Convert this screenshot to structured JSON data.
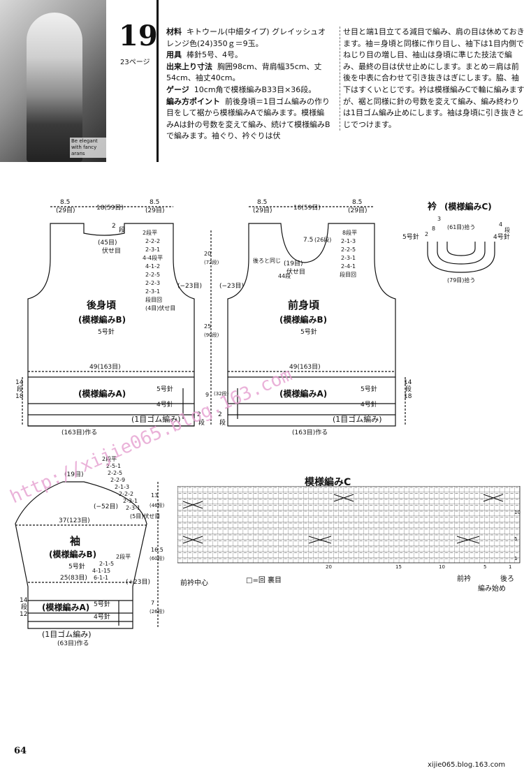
{
  "header": {
    "pattern_number": "19",
    "page_ref": "23ページ",
    "photo_caption": "Be elegant with fancy arans"
  },
  "instructions": {
    "materials_label": "材料",
    "materials_text": "キトウール(中細タイプ) グレイッシュオレンジ色(24)350ｇ＝9玉。",
    "tools_label": "用具",
    "tools_text": "棒針5号、4号。",
    "size_label": "出来上り寸法",
    "size_text": "胸囲98cm、背肩幅35cm、丈54cm、袖丈40cm。",
    "gauge_label": "ゲージ",
    "gauge_text": "10cm角で模様編みB33目×36段。",
    "points_label": "編み方ポイント",
    "points_text": "前後身頃＝1目ゴム編みの作り目をして裾から模様編みAで編みます。模様編みAは針の号数を変えて編み、続けて模様編みBで編みます。袖ぐり、衿ぐりは伏",
    "col2_text": "せ目と端1目立てる減目で編み、肩の目は休めておきます。袖＝身頃と同様に作り目し、袖下は1目内側でねじり目の増し目、袖山は身頃に準じた技法で編み、最終の目は伏せ止めにします。まとめ＝肩は前後を中表に合わせて引き抜きはぎにします。脇、袖下はすくいとじです。衿は模様編みCで輪に編みますが、裾と同様に針の号数を変えて編み、編み終わりは1目ゴム編み止めにします。袖は身頃に引き抜きとじでつけます。"
  },
  "back": {
    "title": "後身頃",
    "pattern": "(模様編みB)",
    "needle": "5号針",
    "top_left": "8.5",
    "top_left_st": "(29目)",
    "top_mid": "18(59目)",
    "top_right": "8.5",
    "top_right_st": "(29目)",
    "neck_rows": "2",
    "neck_rows_u": "段",
    "neck_bind": "(45目)",
    "neck_bind_u": "伏せ目",
    "armhole_steps": [
      "2段平",
      "2-2-2",
      "2-3-1",
      "4-4段平",
      "4-1-2",
      "2-2-5",
      "2-2-3",
      "2-3-1",
      "段目回",
      "(4目)伏せ目"
    ],
    "armhole_dec": "(−23目)",
    "width": "49(163目)",
    "band_a": "(模様編みA)",
    "band_a_n1": "5号針",
    "band_a_n2": "4号針",
    "rib": "(1目ゴム編み)",
    "cast": "(163目)作る",
    "rows_a1": "14",
    "rows_a2": "18",
    "rows_u": "段",
    "rib_rows": "2",
    "rib_rows_u": "段"
  },
  "front": {
    "title": "前身頃",
    "pattern": "(模様編みB)",
    "needle": "5号針",
    "top_left": "8.5",
    "top_left_st": "(29目)",
    "top_mid": "18(59目)",
    "top_right": "8.5",
    "top_right_st": "(29目)",
    "neck_depth": "7.5",
    "neck_depth_rows": "(26段)",
    "neck_bind": "(19目)",
    "neck_bind_u": "伏せ目",
    "neck_steps": [
      "8段平",
      "2-1-3",
      "2-2-5",
      "2-3-1",
      "2-4-1",
      "段目回"
    ],
    "same_as_back": "後ろと同じ",
    "armhole_rows": "44段",
    "armhole_dec": "(−23目)",
    "height_top": "20",
    "height_top_rows": "(72段)",
    "height_body": "25",
    "height_body_rows": "(90段)",
    "height_band": "9",
    "height_band_rows": "(32段)",
    "width": "49(163目)",
    "band_a": "(模様編みA)",
    "band_a_n1": "5号針",
    "band_a_n2": "4号針",
    "rib": "(1目ゴム編み)",
    "cast": "(163目)作る",
    "rows_a1": "14",
    "rows_a2": "18",
    "rows_u": "段",
    "rib_rows": "2",
    "rib_rows_u": "段"
  },
  "collar": {
    "title": "衿",
    "pattern": "(模様編みC)",
    "n5": "5号針",
    "n4": "4号針",
    "pick": "(61目)拾う",
    "pick2": "(79目)拾う",
    "r1": "3",
    "r2": "8",
    "r3": "2",
    "r4": "4",
    "r_u": "段"
  },
  "sleeve": {
    "title": "袖",
    "pattern": "(模様編みB)",
    "needle": "5号針",
    "top_st": "(19目)",
    "cap_steps": [
      "2段平",
      "2-5-1",
      "2-2-5",
      "2-2-9",
      "2-1-3",
      "2-2-2",
      "2-3-1",
      "2-3-1",
      "(5目)伏せ目"
    ],
    "cap_dec": "(−52目)",
    "cap_h": "13",
    "cap_h_rows": "(46段)",
    "cap_w": "37(123目)",
    "inc_steps": [
      "2段平",
      "2-1-5",
      "4-1-15",
      "6-1-1"
    ],
    "inc": "(+23目)",
    "sleeve_h": "16.5",
    "sleeve_h_rows": "(60段)",
    "lower_w": "25(83目)",
    "band_h": "7",
    "band_h_rows": "(26段)",
    "band_a": "(模様編みA)",
    "band_n1": "5号針",
    "band_n2": "4号針",
    "rib": "(1目ゴム編み)",
    "cast": "(63目)作る",
    "rows_a1": "14",
    "rows_a2": "12",
    "rows_u": "段"
  },
  "chart": {
    "title": "模様編みC",
    "legend": "□=回 裏目",
    "center": "前衿中心",
    "front_neck": "前衿",
    "start": "編み始め",
    "back": "後ろ",
    "col_marks": [
      "20",
      "15",
      "10",
      "5",
      "1"
    ],
    "row_marks": [
      "10",
      "5",
      "1"
    ]
  },
  "footer": {
    "page": "64",
    "url": "xijie065.blog.163.com",
    "watermark": "http://xijie065.blog.163.com"
  }
}
